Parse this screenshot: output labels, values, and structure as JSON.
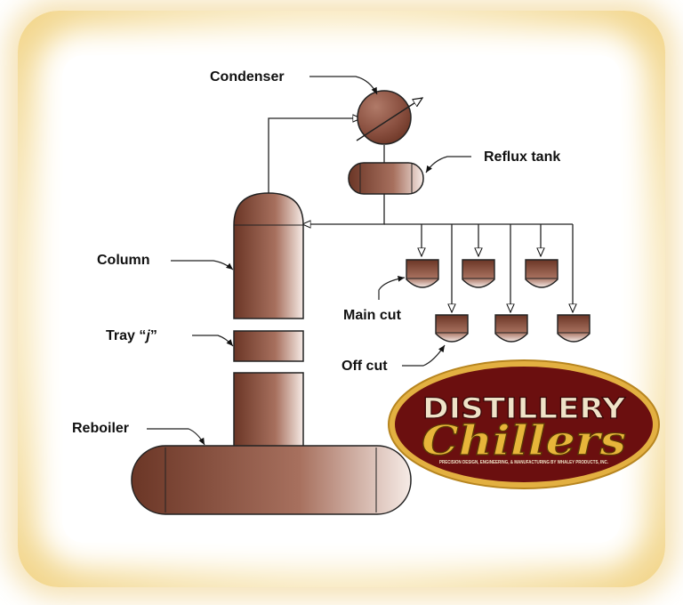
{
  "labels": {
    "condenser": "Condenser",
    "reflux_tank": "Reflux tank",
    "column": "Column",
    "tray_prefix": "Tray “",
    "tray_var": "j",
    "tray_suffix": "”",
    "main_cut": "Main cut",
    "off_cut": "Off cut",
    "reboiler": "Reboiler"
  },
  "logo": {
    "line1": "DISTILLERY",
    "line2": "Chillers",
    "tagline": "PRECISION DESIGN, ENGINEERING, & MANUFACTURING BY WHALEY PRODUCTS, INC."
  },
  "colors": {
    "vessel_dark": "#6e3a2a",
    "vessel_light": "#f4e6e1",
    "logo_maroon": "#6b0f0f",
    "logo_gold": "#e7b53a",
    "frame_gold": "#f2d589"
  }
}
